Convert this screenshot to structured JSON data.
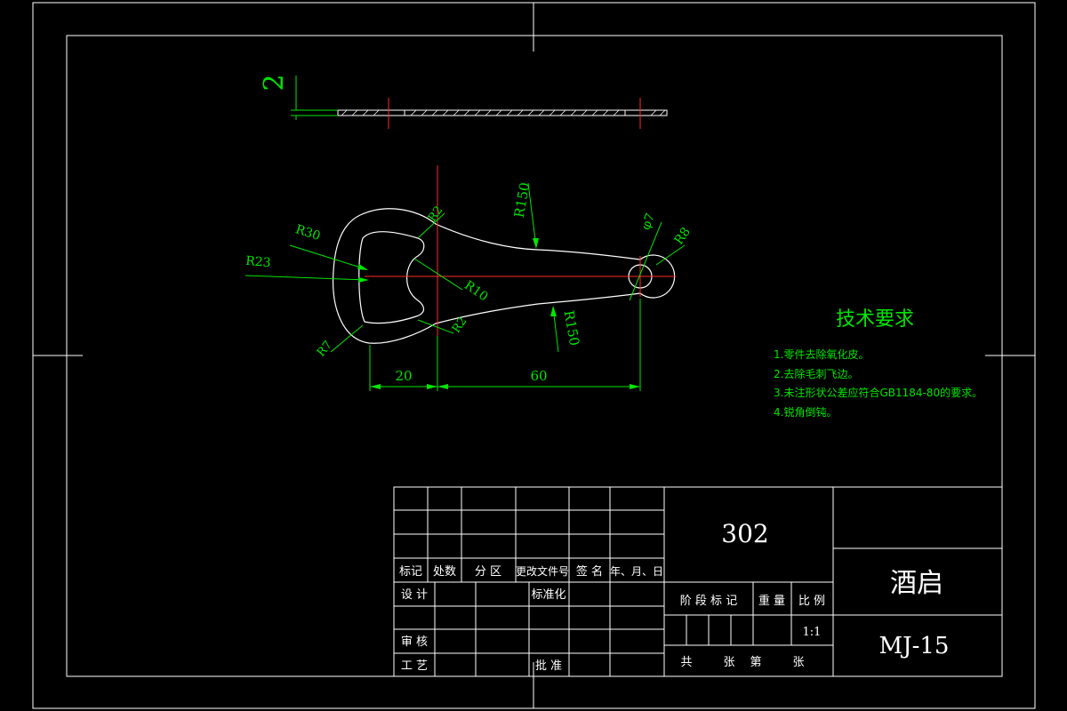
{
  "colors": {
    "background": "#000000",
    "frame": "#ffffff",
    "outline": "#ffffff",
    "dimension": "#00e600",
    "centerline": "#ff2a2a",
    "notes": "#00e600"
  },
  "drawing": {
    "side_view_thickness": "2",
    "dimensions": {
      "r150_top": "R150",
      "r150_bottom": "R150",
      "r2_top": "R2",
      "r2_bottom": "R2",
      "r30": "R30",
      "r23": "R23",
      "r10": "R10",
      "r7": "R7",
      "phi7": "φ7",
      "r8": "R8",
      "len_20": "20",
      "len_60": "60"
    }
  },
  "tech_requirements": {
    "title": "技术要求",
    "items": [
      "1.零件去除氧化皮。",
      "2.去除毛刺飞边。",
      "3.未注形状公差应符合GB1184-80的要求。",
      "4.锐角倒钝。"
    ]
  },
  "title_block": {
    "material": "302",
    "part_name": "酒启",
    "drawing_number": "MJ-15",
    "scale": "1:1",
    "headers": {
      "mark": "标记",
      "count": "处数",
      "zone": "分 区",
      "change_doc": "更改文件号",
      "sign": "签 名",
      "date": "年、月、日"
    },
    "design": "设 计",
    "standardize": "标准化",
    "stage_mark": "阶 段 标 记",
    "weight": "重 量",
    "ratio": "比 例",
    "review": "审 核",
    "process": "工 艺",
    "approve": "批 准",
    "total": "共",
    "sheets1": "张",
    "nth": "第",
    "sheets2": "张"
  }
}
